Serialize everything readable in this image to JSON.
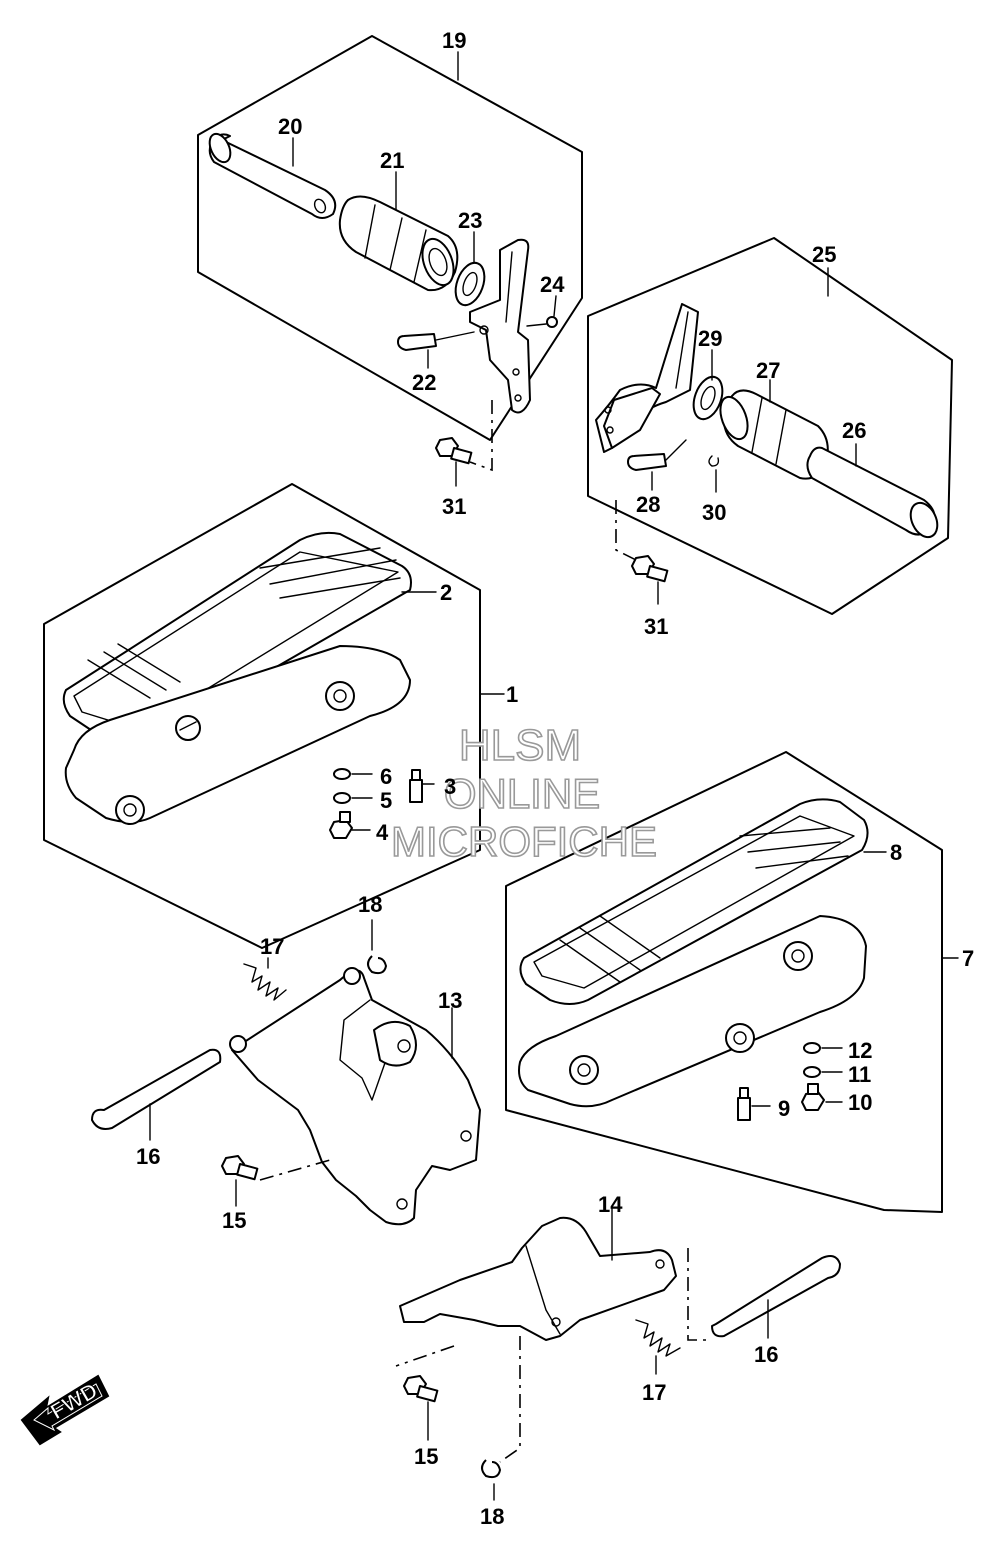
{
  "callouts": {
    "c1": "1",
    "c2": "2",
    "c3": "3",
    "c4": "4",
    "c5": "5",
    "c6": "6",
    "c7": "7",
    "c8": "8",
    "c9": "9",
    "c10": "10",
    "c11": "11",
    "c12": "12",
    "c13": "13",
    "c14": "14",
    "c15a": "15",
    "c15b": "15",
    "c16a": "16",
    "c16b": "16",
    "c17a": "17",
    "c17b": "17",
    "c18a": "18",
    "c18b": "18",
    "c19": "19",
    "c20": "20",
    "c21": "21",
    "c22": "22",
    "c23": "23",
    "c24": "24",
    "c25": "25",
    "c26": "26",
    "c27": "27",
    "c28": "28",
    "c29": "29",
    "c30": "30",
    "c31a": "31",
    "c31b": "31"
  },
  "watermark": {
    "line1": "HLSM",
    "line2": "ONLINE",
    "line3": "MICROFICHE"
  },
  "direction_arrow": {
    "label": "FWD",
    "icon": "forward-arrow-icon"
  }
}
